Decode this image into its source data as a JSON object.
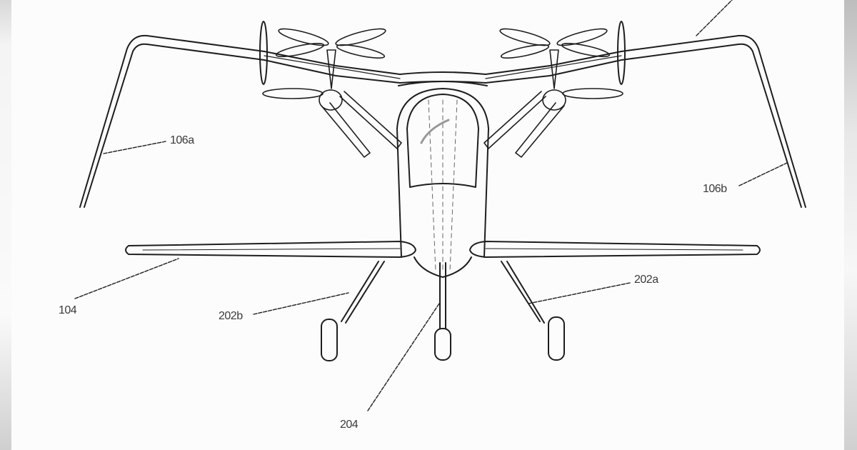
{
  "figure": {
    "type": "patent drawing",
    "subject": "aircraft front view"
  },
  "labels": {
    "wing_tip_left": "106a",
    "wing_tip_right": "106b",
    "main_wing": "104",
    "landing_gear_left": "202b",
    "landing_gear_right": "202a",
    "nose_gear": "204"
  },
  "colors": {
    "line": "#1e1e1e",
    "background": "#fcfcfc",
    "label": "#3a3a3a"
  }
}
